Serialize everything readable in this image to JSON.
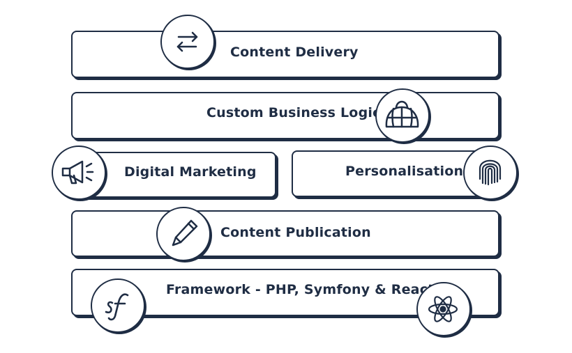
{
  "layers": {
    "content_delivery": "Content Delivery",
    "custom_business_logic": "Custom Business Logic",
    "digital_marketing": "Digital Marketing",
    "personalisation": "Personalisation",
    "content_publication": "Content Publication",
    "framework": "Framework - PHP, Symfony & React"
  },
  "icons": {
    "content_delivery": "arrows-exchange-icon",
    "custom_business_logic": "duffel-bag-icon",
    "digital_marketing": "megaphone-icon",
    "personalisation": "fingerprint-icon",
    "content_publication": "pencil-icon",
    "framework_left": "symfony-logo-icon",
    "framework_right": "react-atom-icon"
  },
  "colors": {
    "ink": "#1f2d44",
    "background": "#ffffff"
  }
}
